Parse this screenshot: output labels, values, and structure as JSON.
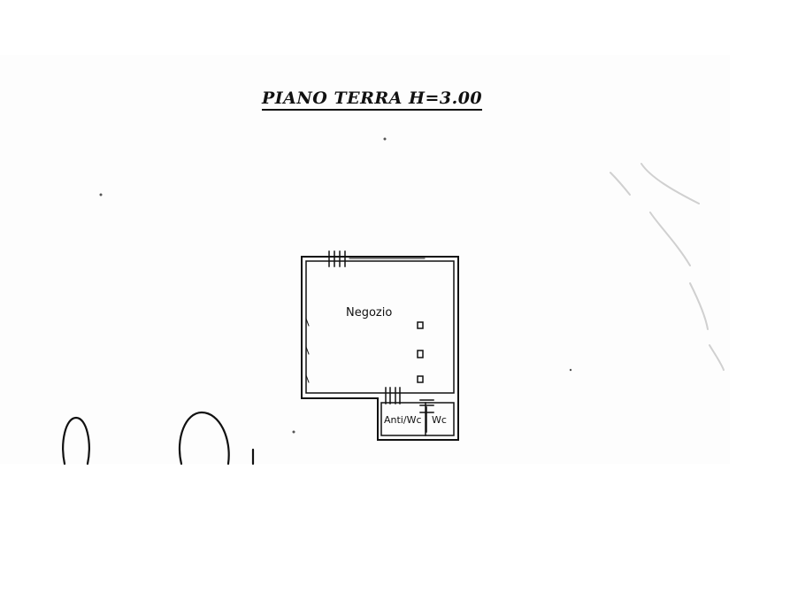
{
  "title": "PIANO TERRA H=3.00",
  "rooms": {
    "main": "Negozio",
    "antiwc": "Anti/Wc",
    "wc": "Wc"
  },
  "colors": {
    "ink": "#111111",
    "paper": "#ffffff"
  }
}
